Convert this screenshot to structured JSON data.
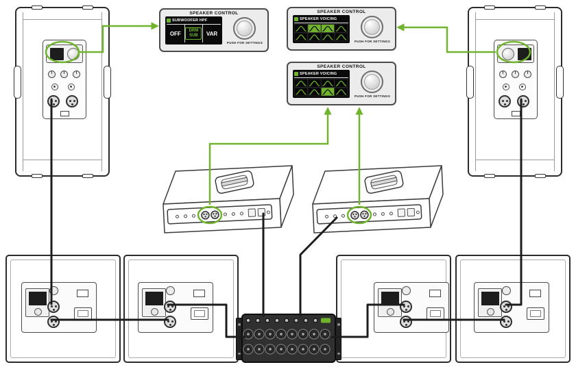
{
  "colors": {
    "accent": "#6fb42c",
    "cable": "#1c1c1c",
    "background": "#ffffff"
  },
  "panels": [
    {
      "header": "SPEAKER CONTROL",
      "display_title": "SUBWOOFER HPF",
      "options": [
        {
          "label": "OFF",
          "selected": false
        },
        {
          "label": "DRM SUB",
          "selected": true
        },
        {
          "label": "VAR",
          "selected": false
        }
      ],
      "selected_option": "DRM SUB",
      "knob_caption": "PUSH FOR SETTINGS"
    },
    {
      "header": "SPEAKER CONTROL",
      "display_title": "SPEAKER VOICING",
      "display_type": "voicing-grid",
      "knob_caption": "PUSH FOR SETTINGS"
    },
    {
      "header": "SPEAKER CONTROL",
      "display_title": "SPEAKER VOICING",
      "display_type": "voicing-grid",
      "knob_caption": "PUSH FOR SETTINGS"
    }
  ],
  "icons": {
    "back_icon": "green-square",
    "settings_knob": "circle",
    "xlr_connector": "circle-3-pin",
    "highlight_ring": "green-ellipse",
    "signal_arrow": "green-arrow"
  },
  "nodes": [
    "full-range-speaker-left",
    "full-range-speaker-right",
    "wedge-subwoofer-left",
    "wedge-subwoofer-right",
    "subwoofer-1",
    "subwoofer-2",
    "subwoofer-3",
    "subwoofer-4",
    "digital-mixer"
  ]
}
